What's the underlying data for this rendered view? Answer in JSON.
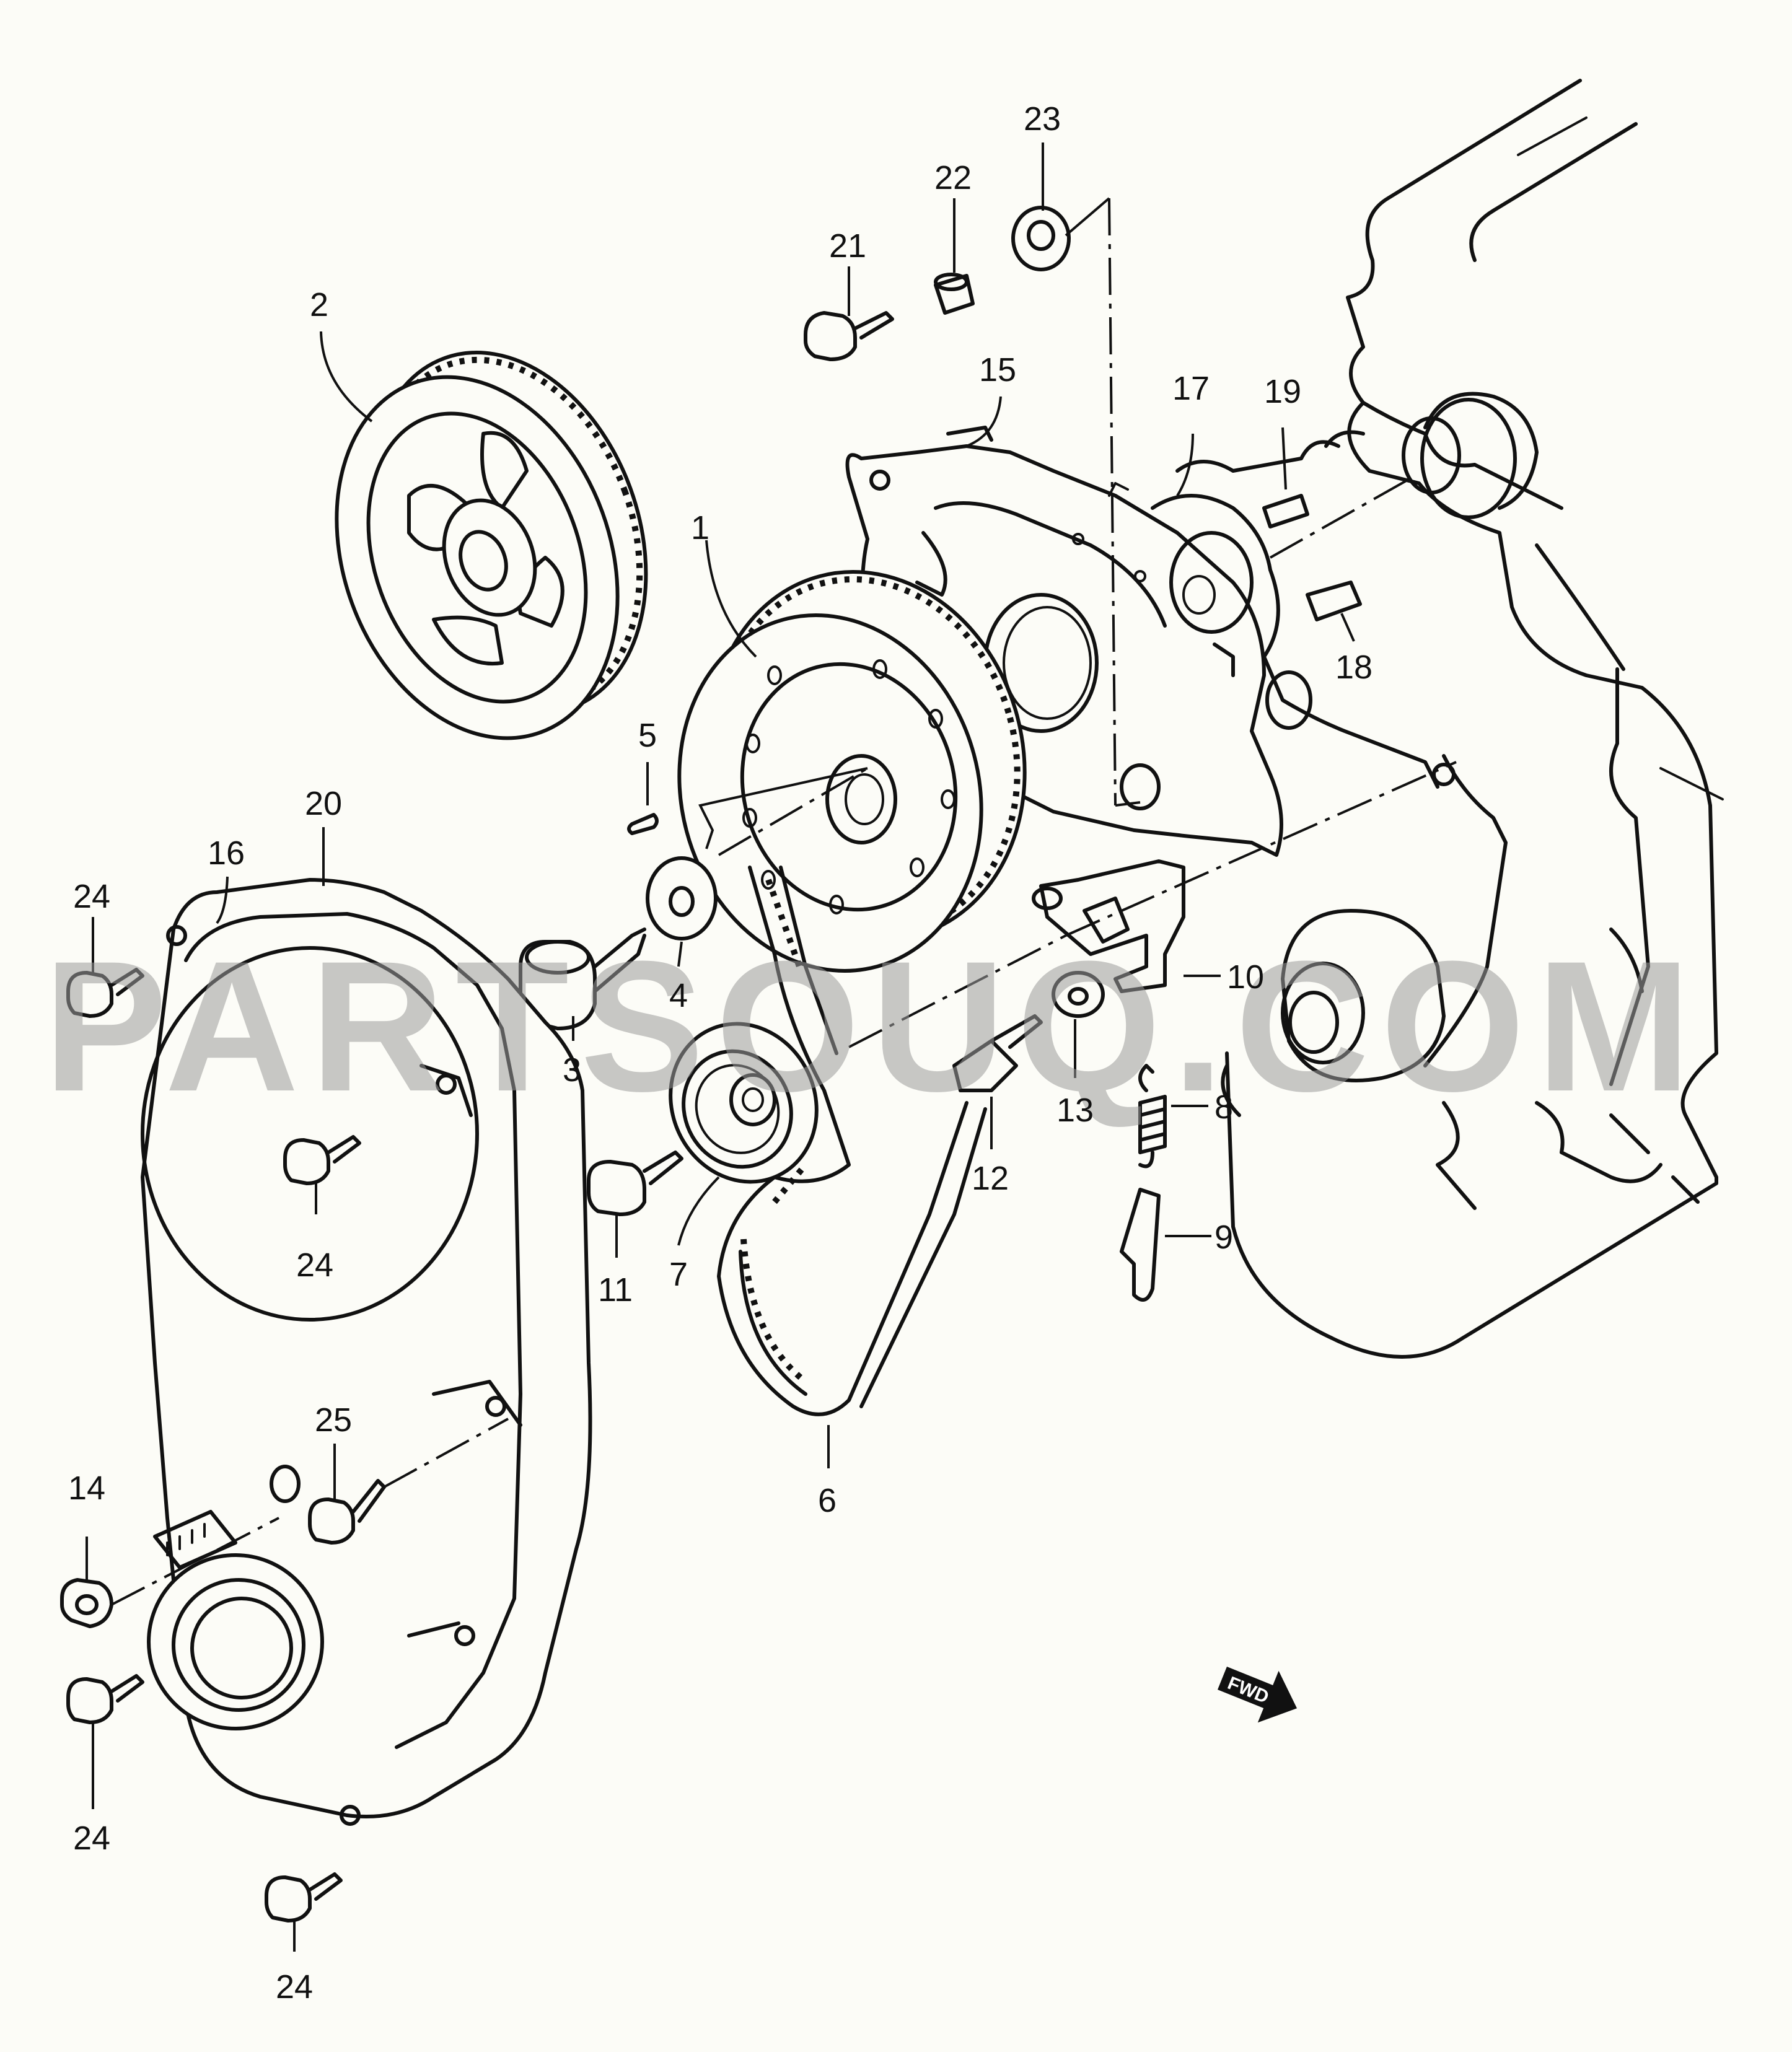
{
  "callouts": [
    {
      "id": "1",
      "text": "1"
    },
    {
      "id": "2",
      "text": "2"
    },
    {
      "id": "3",
      "text": "3"
    },
    {
      "id": "4",
      "text": "4"
    },
    {
      "id": "5",
      "text": "5"
    },
    {
      "id": "6",
      "text": "6"
    },
    {
      "id": "7",
      "text": "7"
    },
    {
      "id": "8",
      "text": "8"
    },
    {
      "id": "9",
      "text": "9"
    },
    {
      "id": "10",
      "text": "10"
    },
    {
      "id": "11",
      "text": "11"
    },
    {
      "id": "12",
      "text": "12"
    },
    {
      "id": "13",
      "text": "13"
    },
    {
      "id": "14",
      "text": "14"
    },
    {
      "id": "15",
      "text": "15"
    },
    {
      "id": "16",
      "text": "16"
    },
    {
      "id": "17",
      "text": "17"
    },
    {
      "id": "18",
      "text": "18"
    },
    {
      "id": "19",
      "text": "19"
    },
    {
      "id": "20",
      "text": "20"
    },
    {
      "id": "21",
      "text": "21"
    },
    {
      "id": "22",
      "text": "22"
    },
    {
      "id": "23",
      "text": "23"
    },
    {
      "id": "24a",
      "text": "24"
    },
    {
      "id": "24b",
      "text": "24"
    },
    {
      "id": "24c",
      "text": "24"
    },
    {
      "id": "24d",
      "text": "24"
    },
    {
      "id": "25",
      "text": "25"
    }
  ],
  "watermark": "PARTSOUQ.COM",
  "fwd_arrow": {
    "text": "FWD"
  },
  "colors": {
    "line": "#111111",
    "background": "#fcfcf7",
    "watermark": "#9a9a9a"
  }
}
